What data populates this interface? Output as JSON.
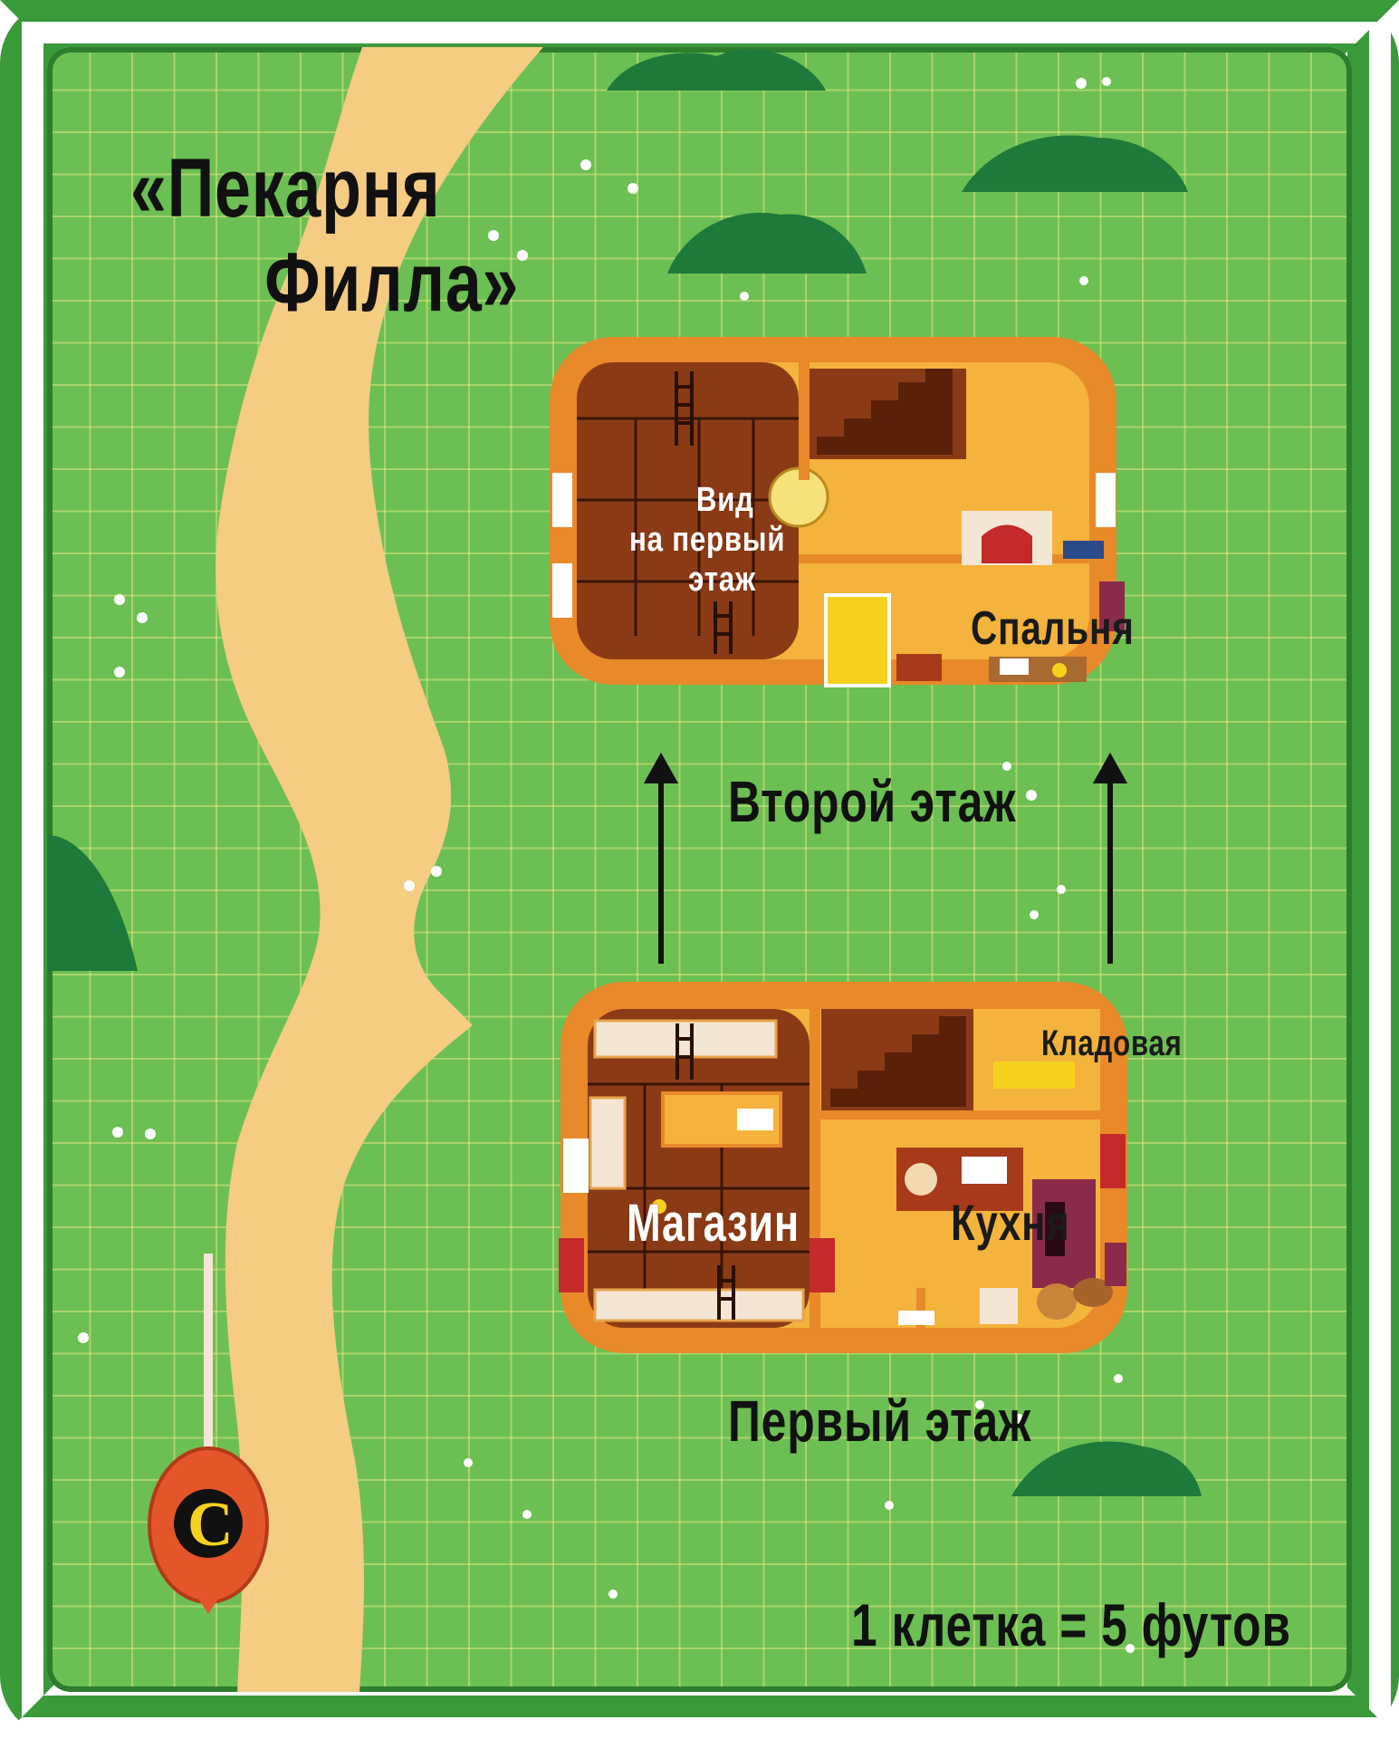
{
  "title": {
    "line1": "«Пекарня",
    "line2": "Филла»"
  },
  "floors": {
    "upper": {
      "label": "Второй этаж",
      "rooms": {
        "overlook": {
          "line1": "Вид",
          "line2": "на первый",
          "line3": "этаж"
        },
        "bedroom": "Спальня"
      }
    },
    "ground": {
      "label": "Первый этаж",
      "rooms": {
        "shop": "Магазин",
        "kitchen": "Кухня",
        "pantry": "Кладовая"
      }
    }
  },
  "scale_note": "1 клетка = 5 футов",
  "compass_letter": "С",
  "colors": {
    "grass": "#6cbf53",
    "grid": "#f3e98a",
    "path": "#f4cc82",
    "wall": "#e8892a",
    "floor_wood": "#8a3b16",
    "floor_tile": "#f4b33c",
    "bush": "#1e7a3a",
    "border": "#3a9a3a",
    "compass": "#e4562a"
  },
  "icons": [
    "ladder-icon",
    "staircase-icon",
    "bed-icon",
    "book-icon",
    "candle-icon",
    "oven-icon",
    "basket-icon",
    "flour-sack-icon",
    "bush-icon",
    "flower-icon",
    "compass-icon"
  ]
}
